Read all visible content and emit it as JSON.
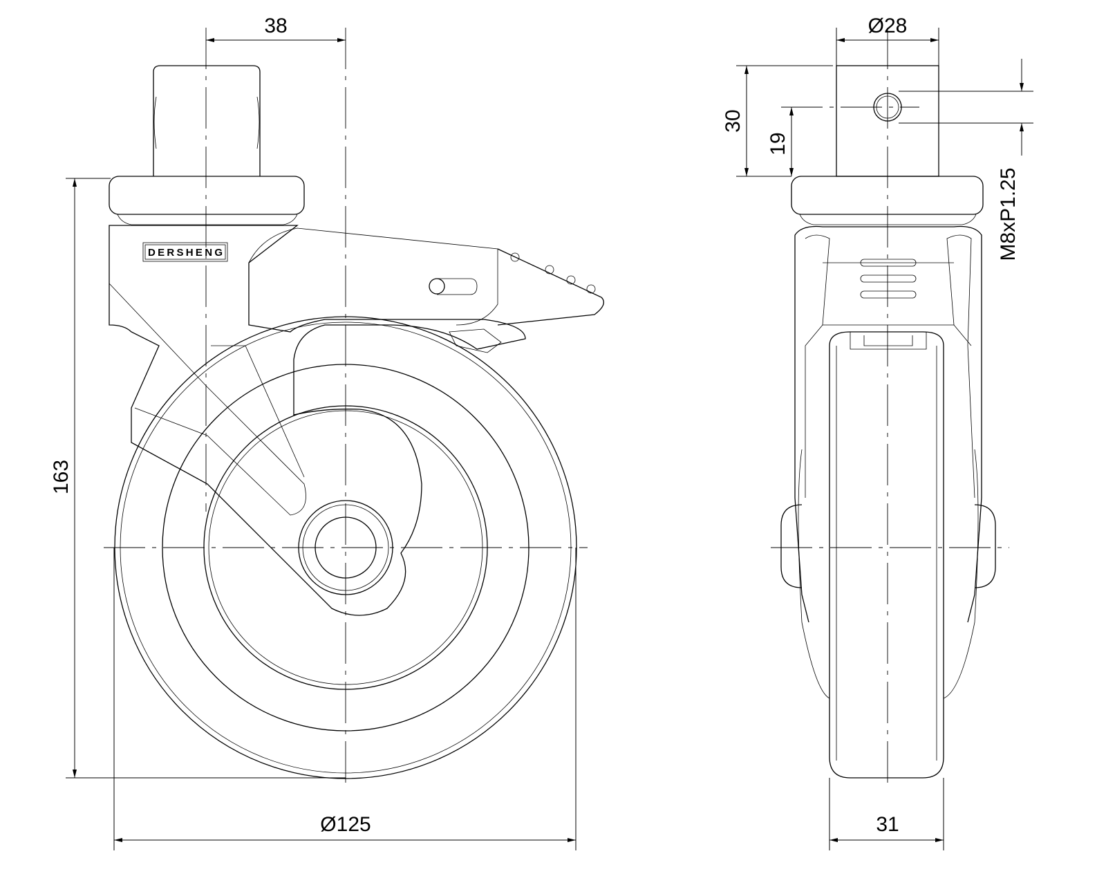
{
  "brand": "DERSHENG",
  "dimensions": {
    "stem_offset": "38",
    "overall_height": "163",
    "wheel_diameter": "Ø125",
    "stem_diameter": "Ø28",
    "stem_height": "30",
    "hole_height": "19",
    "thread": "M8xP1.25",
    "wheel_width": "31"
  }
}
